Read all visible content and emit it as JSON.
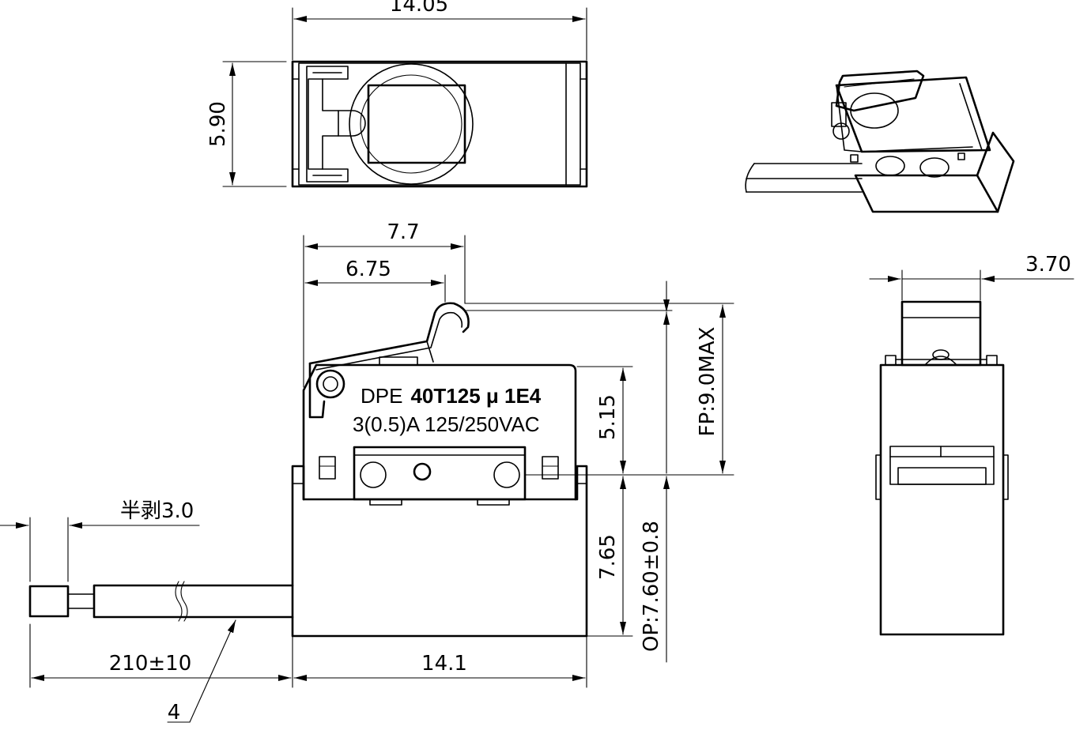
{
  "dimensions": {
    "top_width": "14.05",
    "top_height": "5.90",
    "actuator_tip": "7.7",
    "roller_pos": "6.75",
    "body_height": "5.15",
    "free_position": "FP:9.0MAX",
    "mount_height": "7.65",
    "operating_position": "OP:7.60±0.8",
    "strip_length": "半剥3.0",
    "lead_length": "210±10",
    "body_length": "14.1",
    "end_view_width": "3.70",
    "wire_callout": "4"
  },
  "marking": {
    "brand": "DPE",
    "model": "40T125 μ 1E4",
    "rating": "3(0.5)A 125/250VAC"
  }
}
